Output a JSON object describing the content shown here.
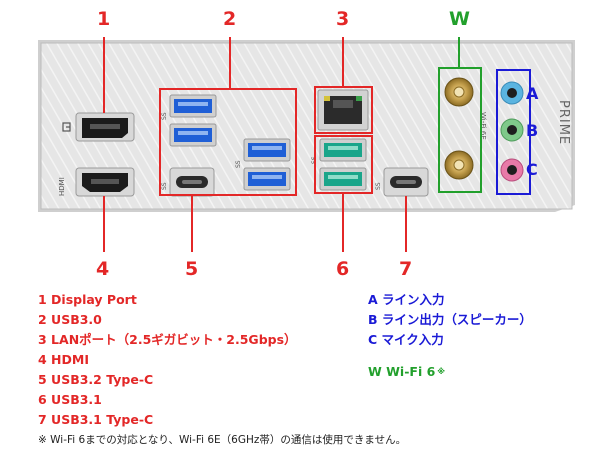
{
  "callouts": {
    "c1": "1",
    "c2": "2",
    "c3": "3",
    "cw": "W",
    "c4": "4",
    "c5": "5",
    "c6": "6",
    "c7": "7",
    "ca": "A",
    "cb": "B",
    "cc": "C"
  },
  "panel_labels": {
    "hdmi": "HDMI",
    "wifi": "Wi-Fi 6E",
    "brand": "PRIME",
    "ss": "SS"
  },
  "legend_left": [
    "1 Display Port",
    "2 USB3.0",
    "3 LANポート（2.5ギガビット・2.5Gbps）",
    "4 HDMI",
    "5 USB3.2 Type-C",
    "6 USB3.1",
    "7 USB3.1 Type-C"
  ],
  "legend_right": [
    "A ライン入力",
    "B ライン出力（スピーカー）",
    "C マイク入力"
  ],
  "legend_wifi": "W Wi-Fi 6",
  "legend_wifi_mark": "※",
  "footnote": "※ Wi-Fi 6までの対応となり、Wi-Fi 6E（6GHz帯）の通信は使用できません。",
  "colors": {
    "red": "#e32727",
    "green": "#22a02c",
    "blue": "#1a1ad6",
    "usb3_blue": "#1f5fd6",
    "usb31_teal": "#1aa58a",
    "jack_blue": "#5ab4e0",
    "jack_green": "#7fc98a",
    "jack_pink": "#e87aa8"
  }
}
